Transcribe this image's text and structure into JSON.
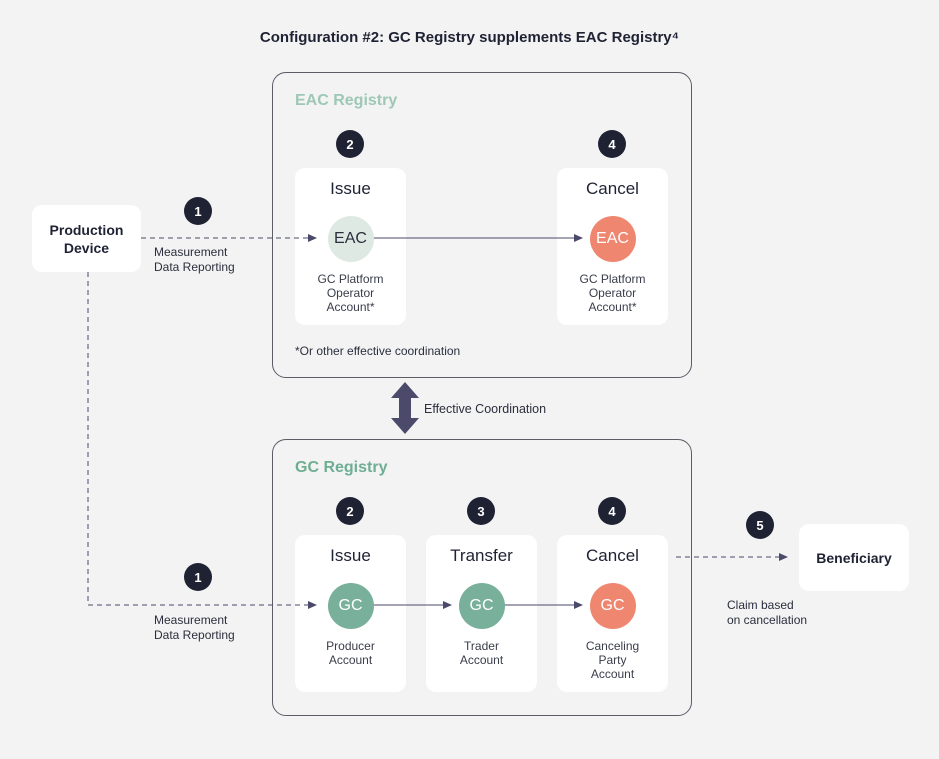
{
  "title": "Configuration #2: GC Registry supplements EAC Registry⁴",
  "colors": {
    "dark": "#1f2233",
    "green": "#79b09b",
    "salmon": "#ef8770",
    "pale_green": "#dfe9e4",
    "eac_label": "#9ec7b6",
    "gc_label": "#6fae93",
    "arrow": "#4b4a6b"
  },
  "production_device": "Production\nDevice",
  "beneficiary": "Beneficiary",
  "measurement_label": "Measurement\nData Reporting",
  "claim_label": "Claim based\non cancellation",
  "coordination_label": "Effective Coordination",
  "eac_registry": {
    "label": "EAC Registry",
    "footnote": "*Or other effective coordination",
    "issue": {
      "step": "2",
      "title": "Issue",
      "token": "EAC",
      "account": "GC Platform\nOperator\nAccount*"
    },
    "cancel": {
      "step": "4",
      "title": "Cancel",
      "token": "EAC",
      "account": "GC Platform\nOperator\nAccount*"
    }
  },
  "gc_registry": {
    "label": "GC Registry",
    "issue": {
      "step": "2",
      "title": "Issue",
      "token": "GC",
      "account": "Producer\nAccount"
    },
    "transfer": {
      "step": "3",
      "title": "Transfer",
      "token": "GC",
      "account": "Trader\nAccount"
    },
    "cancel": {
      "step": "4",
      "title": "Cancel",
      "token": "GC",
      "account": "Canceling\nParty\nAccount"
    }
  },
  "steps": {
    "measurement": "1",
    "claim": "5"
  }
}
